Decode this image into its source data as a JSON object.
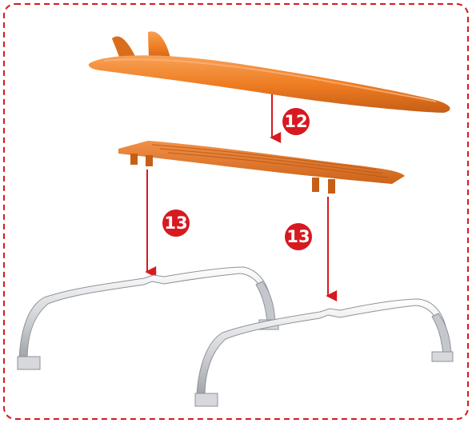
{
  "frame": {
    "border_color": "#d71920",
    "border_style": "dashed"
  },
  "colors": {
    "surfboard": "#ef7d22",
    "surfboard_shade": "#c9611a",
    "stand_metal": "#d9dadc",
    "stand_shadow": "#9fa2a6",
    "arrow": "#d71920",
    "badge": "#d71920"
  },
  "steps": {
    "step_12": {
      "label": "12"
    },
    "step_13_left": {
      "label": "13"
    },
    "step_13_right": {
      "label": "13"
    }
  },
  "parts": [
    "surfboard",
    "board-mount-plate",
    "stand-bracket-left",
    "stand-bracket-right"
  ]
}
